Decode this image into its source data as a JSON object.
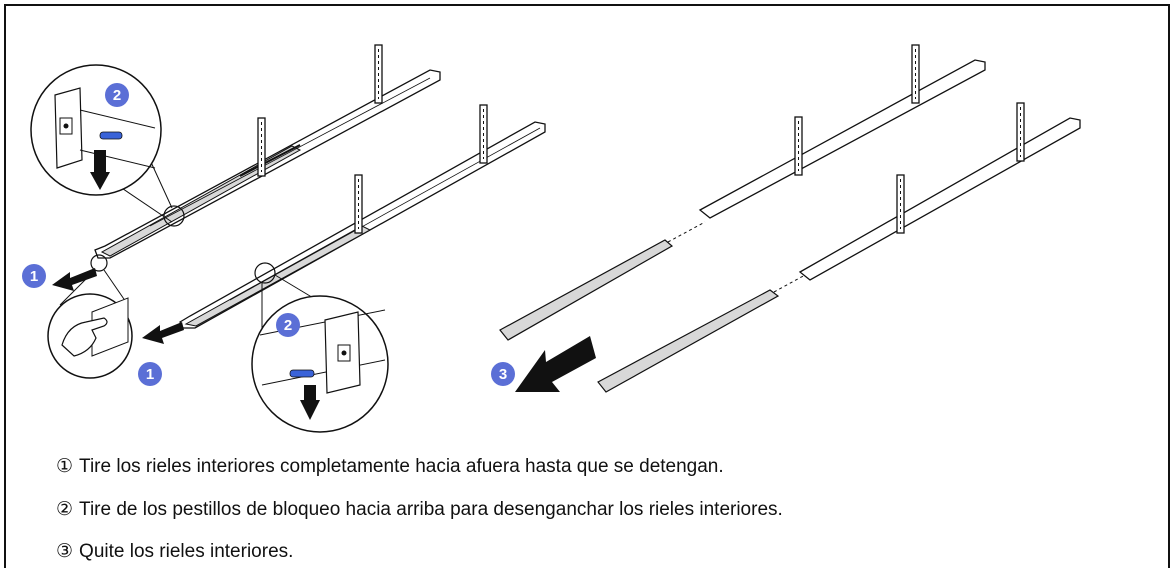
{
  "steps": [
    {
      "number": "①",
      "text": "Tire los rieles interiores completamente hacia afuera hasta que se detengan."
    },
    {
      "number": "②",
      "text": "Tire de los pestillos de bloqueo hacia arriba para desenganchar los rieles interiores."
    },
    {
      "number": "③",
      "text": "Quite los rieles interiores."
    }
  ],
  "callouts": {
    "pull_out": "1",
    "latch": "2",
    "remove": "3"
  },
  "colors": {
    "badge": "#5b6fd6",
    "rail_fill": "#d8d8d8",
    "line": "#111111",
    "latch": "#3a63d8"
  }
}
